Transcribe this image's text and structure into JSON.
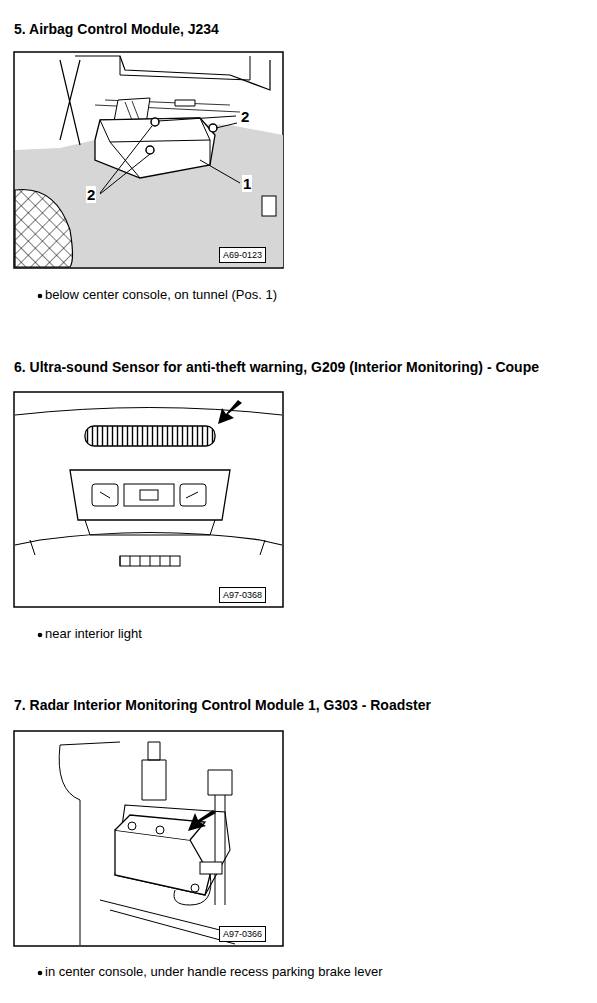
{
  "diagram": {
    "labels": [
      "5.  Airbag Control Module, J234",
      "2",
      "2",
      "1",
      "A69-0123",
      "below center console, on tunnel (Pos. 1)",
      "6.  Ultra-sound Sensor for anti-theft warning, G209 (Interior Monitoring) - Coupe",
      "A97-0368",
      "near interior light",
      "7.  Radar Interior Monitoring Control Module 1, G303 - Roadster",
      "A97-0366",
      "in center console, under handle recess parking brake lever"
    ]
  }
}
